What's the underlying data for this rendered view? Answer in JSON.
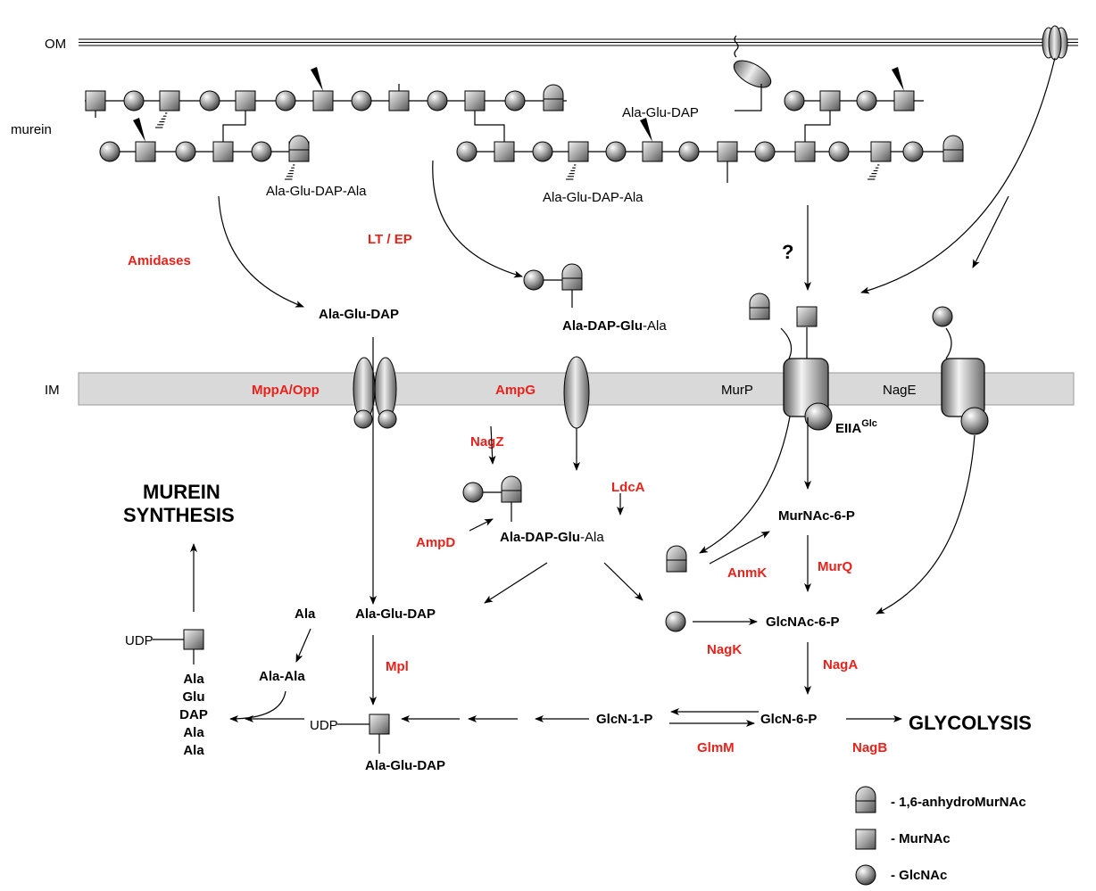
{
  "membranes": {
    "outer_label": "OM",
    "inner_label": "IM",
    "murein_label": "murein"
  },
  "peptides": {
    "stem_left": "Ala-Glu-DAP-Ala",
    "stem_mid": "Ala-Glu-DAP-Ala",
    "crosslink": "Ala-Glu-DAP",
    "tripeptide_periplasm": "Ala-Glu-DAP",
    "anhydro_peptide_a": "Ala-DAP-Glu",
    "anhydro_peptide_b": "-Ala",
    "cyto_peptide_a": "Ala-DAP-Glu",
    "cyto_peptide_b": "-Ala",
    "tripeptide_cyto": "Ala-Glu-DAP",
    "ala": "Ala",
    "ala_ala": "Ala-Ala",
    "udp_tripeptide": "Ala-Glu-DAP",
    "udp_label_1": "UDP",
    "udp_label_2": "UDP",
    "pentapeptide": [
      "Ala",
      "Glu",
      "DAP",
      "Ala",
      "Ala"
    ]
  },
  "enzymes": {
    "amidases": "Amidases",
    "lt_ep": "LT / EP",
    "mppa_opp": "MppA/Opp",
    "ampg": "AmpG",
    "nagz": "NagZ",
    "ldca": "LdcA",
    "ampd": "AmpD",
    "anmk": "AnmK",
    "murq": "MurQ",
    "nagk": "NagK",
    "naga": "NagA",
    "mpl": "Mpl",
    "glmm": "GlmM",
    "nagb": "NagB"
  },
  "transporters": {
    "murp": "MurP",
    "nage": "NagE",
    "eiia": "EIIA",
    "eiia_sup": "Glc"
  },
  "metabolites": {
    "murnac6p": "MurNAc-6-P",
    "glcnac6p": "GlcNAc-6-P",
    "glcn6p": "GlcN-6-P",
    "glcn1p": "GlcN-1-P",
    "question": "?"
  },
  "outcomes": {
    "murein_synthesis_1": "MUREIN",
    "murein_synthesis_2": "SYNTHESIS",
    "glycolysis": "GLYCOLYSIS"
  },
  "legend": {
    "anhydro": "- 1,6-anhydroMurNAc",
    "murnac": "- MurNAc",
    "glcnac": "- GlcNAc"
  },
  "colors": {
    "enzyme_red": "#e8221b",
    "membrane_gray": "#d9d9d9"
  }
}
